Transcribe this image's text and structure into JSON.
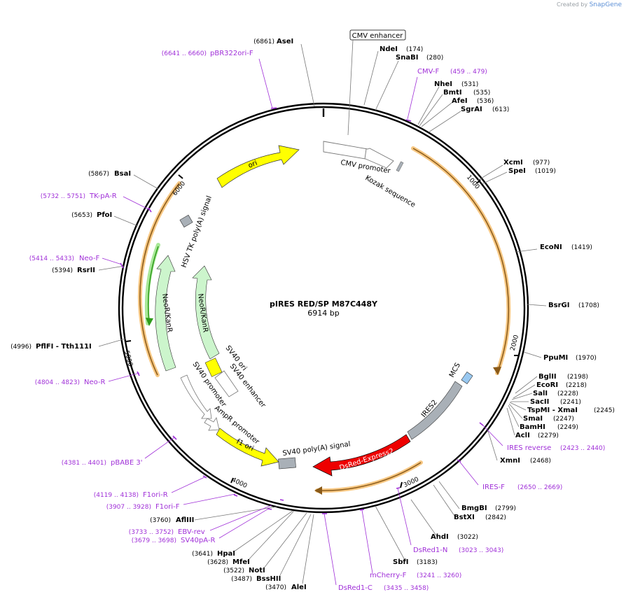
{
  "credit": {
    "prefix": "Created by",
    "brand": "SnapGene"
  },
  "plasmid": {
    "name": "pIRES RED/SP M87C448Y",
    "length": "6914 bp"
  },
  "ticks": [
    "1000",
    "2000",
    "3000",
    "4000",
    "5000",
    "6000"
  ],
  "enzymes": [
    {
      "name": "AseI",
      "pos": "(6861)"
    },
    {
      "name": "NdeI",
      "pos": "(174)"
    },
    {
      "name": "SnaBI",
      "pos": "(280)"
    },
    {
      "name": "NheI",
      "pos": "(531)"
    },
    {
      "name": "BmtI",
      "pos": "(535)"
    },
    {
      "name": "AfeI",
      "pos": "(536)"
    },
    {
      "name": "SgrAI",
      "pos": "(613)"
    },
    {
      "name": "XcmI",
      "pos": "(977)"
    },
    {
      "name": "SpeI",
      "pos": "(1019)"
    },
    {
      "name": "EcoNI",
      "pos": "(1419)"
    },
    {
      "name": "BsrGI",
      "pos": "(1708)"
    },
    {
      "name": "PpuMI",
      "pos": "(1970)"
    },
    {
      "name": "BglII",
      "pos": "(2198)"
    },
    {
      "name": "EcoRI",
      "pos": "(2218)"
    },
    {
      "name": "SalI",
      "pos": "(2228)"
    },
    {
      "name": "SacII",
      "pos": "(2241)"
    },
    {
      "name": "TspMI - XmaI",
      "pos": "(2245)"
    },
    {
      "name": "SmaI",
      "pos": "(2247)"
    },
    {
      "name": "BamHI",
      "pos": "(2249)"
    },
    {
      "name": "AclI",
      "pos": "(2279)"
    },
    {
      "name": "XmnI",
      "pos": "(2468)"
    },
    {
      "name": "BmgBI",
      "pos": "(2799)"
    },
    {
      "name": "BstXI",
      "pos": "(2842)"
    },
    {
      "name": "AhdI",
      "pos": "(3022)"
    },
    {
      "name": "SbfI",
      "pos": "(3183)"
    },
    {
      "name": "AleI",
      "pos": "(3470)"
    },
    {
      "name": "BssHII",
      "pos": "(3487)"
    },
    {
      "name": "NotI",
      "pos": "(3522)"
    },
    {
      "name": "MfeI",
      "pos": "(3628)"
    },
    {
      "name": "HpaI",
      "pos": "(3641)"
    },
    {
      "name": "AflIII",
      "pos": "(3760)"
    },
    {
      "name": "PflFI - Tth111I",
      "pos": "(4996)"
    },
    {
      "name": "RsrII",
      "pos": "(5394)"
    },
    {
      "name": "PfoI",
      "pos": "(5653)"
    },
    {
      "name": "BsaI",
      "pos": "(5867)"
    }
  ],
  "primers": [
    {
      "name": "pBR322ori-F",
      "pos": "(6641 .. 6660)"
    },
    {
      "name": "CMV-F",
      "pos": "(459 .. 479)"
    },
    {
      "name": "IRES reverse",
      "pos": "(2423 .. 2440)"
    },
    {
      "name": "IRES-F",
      "pos": "(2650 .. 2669)"
    },
    {
      "name": "DsRed1-N",
      "pos": "(3023 .. 3043)"
    },
    {
      "name": "mCherry-F",
      "pos": "(3241 .. 3260)"
    },
    {
      "name": "DsRed1-C",
      "pos": "(3435 .. 3458)"
    },
    {
      "name": "SV40pA-R",
      "pos": "(3679 .. 3698)"
    },
    {
      "name": "EBV-rev",
      "pos": "(3733 .. 3752)"
    },
    {
      "name": "F1ori-F",
      "pos": "(3907 .. 3928)"
    },
    {
      "name": "F1ori-R",
      "pos": "(4119 .. 4138)"
    },
    {
      "name": "pBABE 3'",
      "pos": "(4381 .. 4401)"
    },
    {
      "name": "Neo-R",
      "pos": "(4804 .. 4823)"
    },
    {
      "name": "Neo-F",
      "pos": "(5414 .. 5433)"
    },
    {
      "name": "TK-pA-R",
      "pos": "(5732 .. 5751)"
    }
  ],
  "features": {
    "cmv_enhancer": "CMV enhancer",
    "cmv_promoter": "CMV promoter",
    "kozak": "Kozak sequence",
    "mcs": "MCS",
    "ires2": "IRES2",
    "dsred": "DsRed-Express2",
    "sv40_polya": "SV40 poly(A) signal",
    "f1_ori": "f1 ori",
    "ampr_promoter": "AmpR promoter",
    "sv40_promoter": "SV40 promoter",
    "sv40_ori": "SV40 ori",
    "sv40_enhancer": "SV40 enhancer",
    "neor_inner": "NeoR/KanR",
    "neor_outer": "NeoR/KanR",
    "hsv_tk": "HSV TK poly(A) signal",
    "ori": "ori"
  },
  "colors": {
    "backbone": "#000000",
    "primer": "#a030d8",
    "ori": "#ffff00",
    "neo": "#ccf5cc",
    "dsred": "#ee0000",
    "ires": "#a9b0b7",
    "mcs": "#99c8f0",
    "orf": "#f0a830",
    "orf_green": "#2e9b1a",
    "promoter_outline": "#777777"
  }
}
